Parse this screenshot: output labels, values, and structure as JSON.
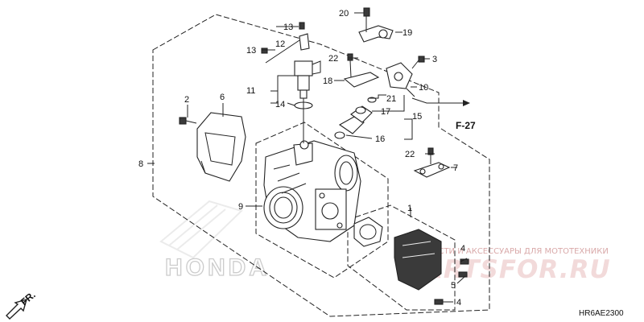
{
  "diagram_code": "HR6AE2300",
  "ref_label": "F-27",
  "direction_label": "FR.",
  "brand_watermark": "HONDA",
  "site_watermark_text": "ЗАПЧАСТИ И АКСЕССУАРЫ ДЛЯ МОТОТЕХНИКИ",
  "site_logo": "PARTSFOR.RU",
  "callouts": [
    "1",
    "2",
    "3",
    "4",
    "4",
    "5",
    "6",
    "7",
    "8",
    "9",
    "10",
    "11",
    "12",
    "13",
    "13",
    "14",
    "15",
    "16",
    "17",
    "18",
    "19",
    "20",
    "21",
    "22",
    "22"
  ]
}
